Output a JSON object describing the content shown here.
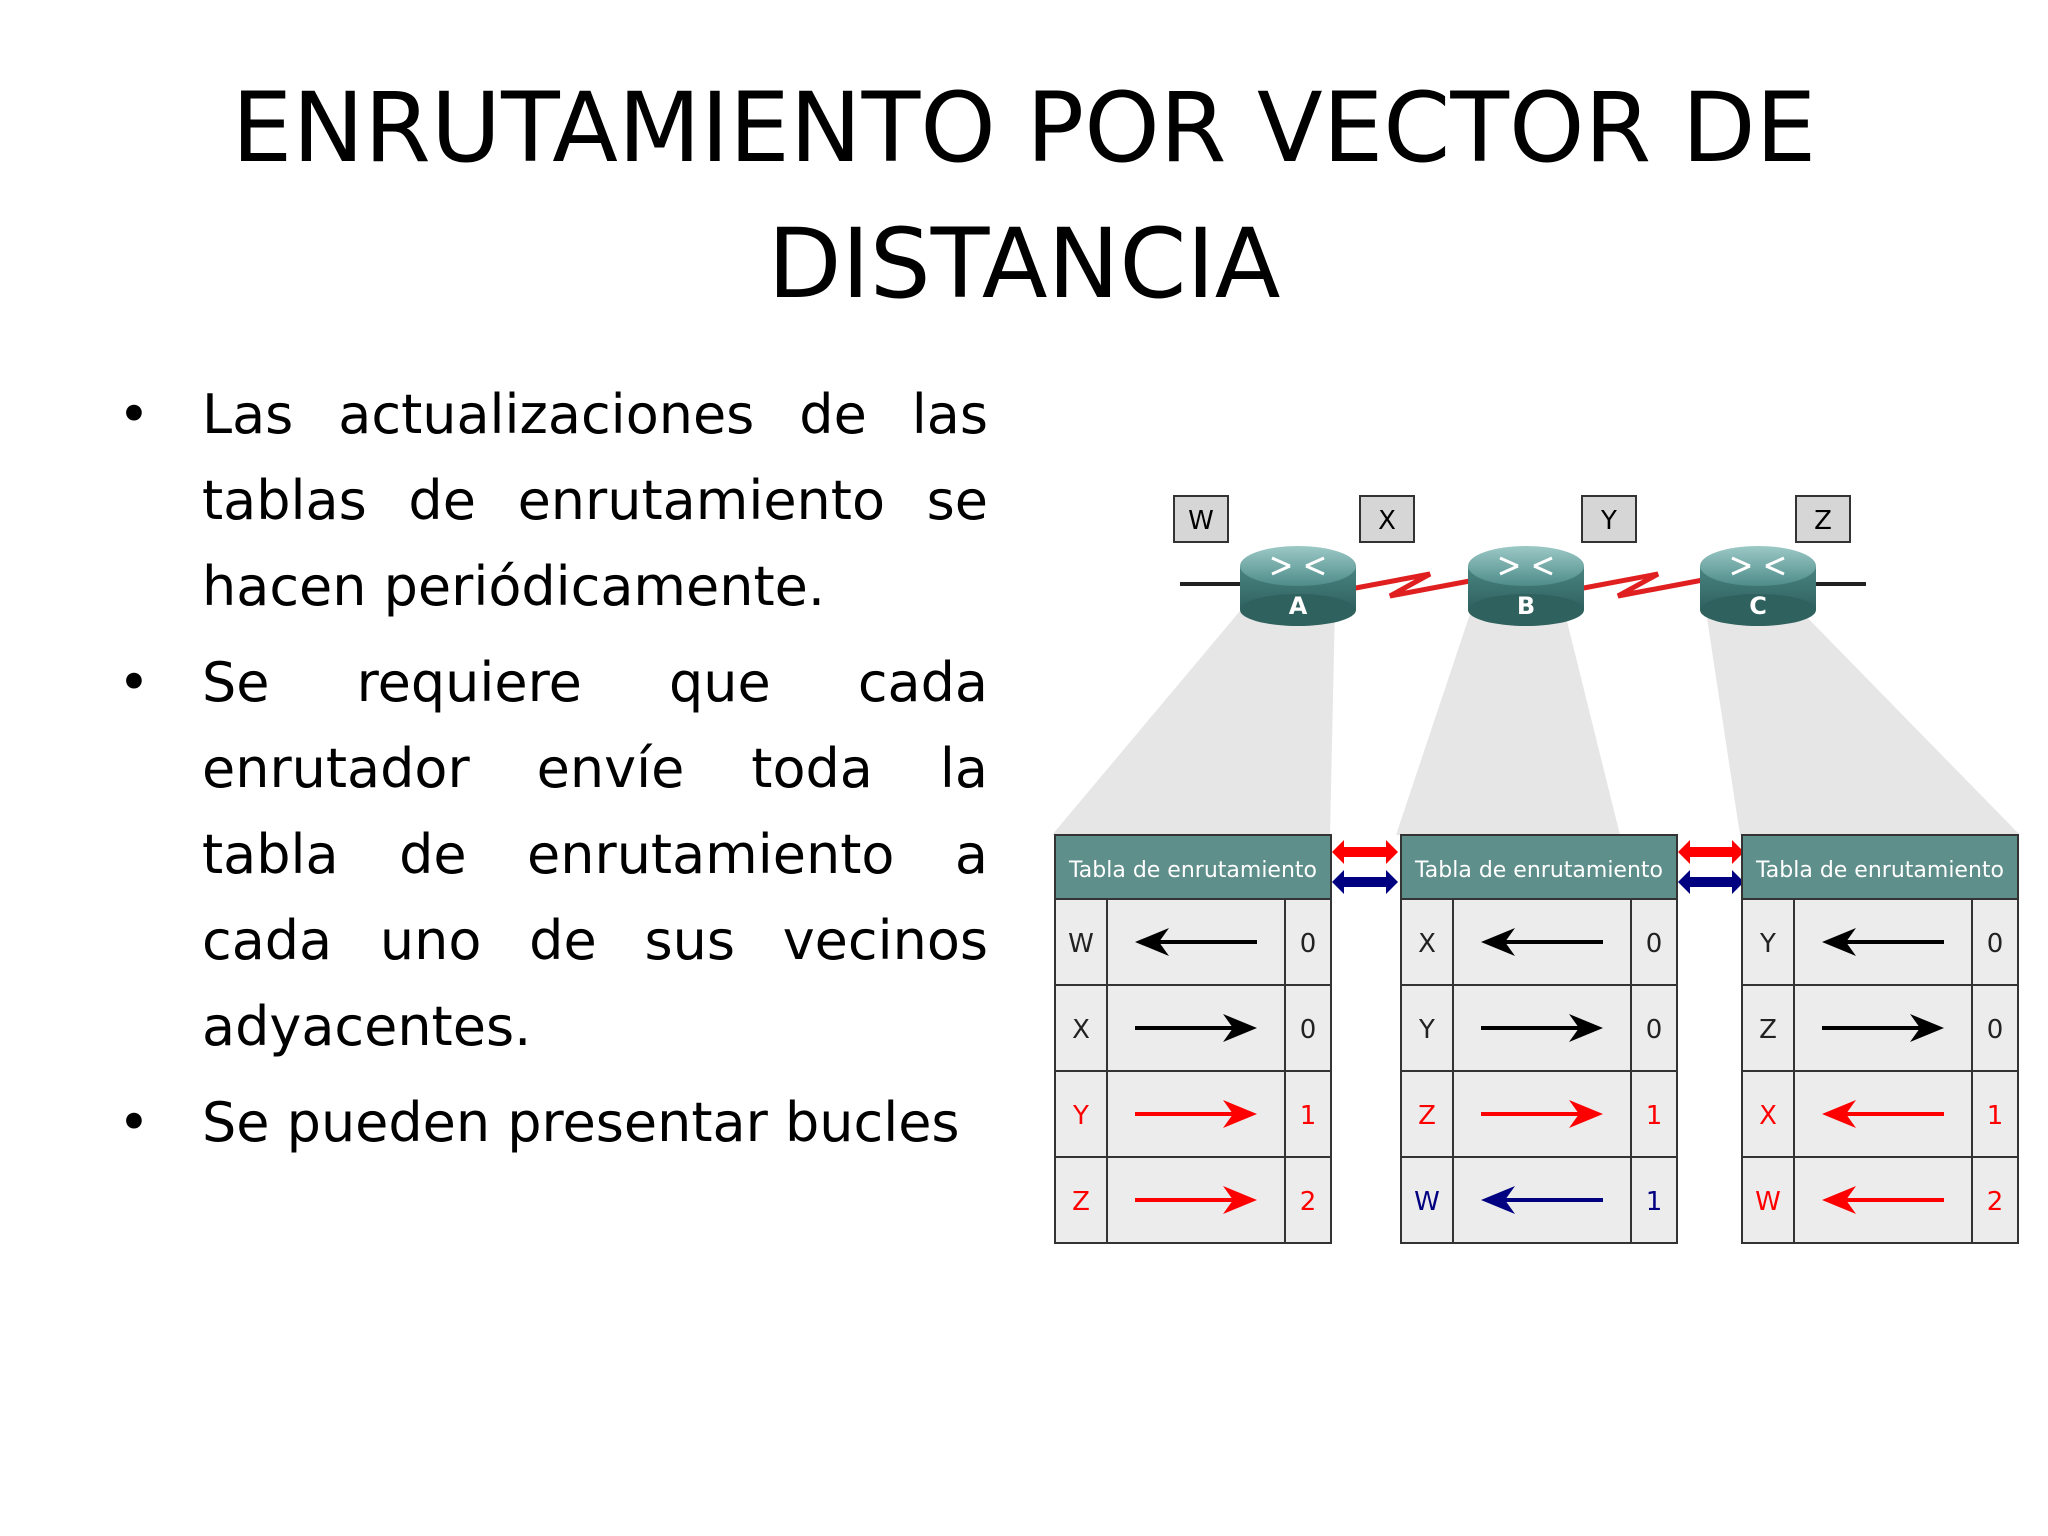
{
  "title": "ENRUTAMIENTO POR VECTOR DE DISTANCIA",
  "bullets": [
    "Las actualizaciones de las tablas de enrutamiento se hacen periódicamente.",
    "Se requiere que cada enrutador envíe toda la tabla de enrutamiento a cada uno de sus vecinos adyacentes.",
    "Se pueden presentar bucles"
  ],
  "diagram": {
    "networks": [
      "W",
      "X",
      "Y",
      "Z"
    ],
    "routers": [
      "A",
      "B",
      "C"
    ],
    "tables": [
      {
        "header": "Tabla de enrutamiento",
        "rows": [
          {
            "net": "W",
            "dir": "left",
            "color": "#000000",
            "metric": "0"
          },
          {
            "net": "X",
            "dir": "right",
            "color": "#000000",
            "metric": "0"
          },
          {
            "net": "Y",
            "dir": "right",
            "color": "#ff0000",
            "metric": "1"
          },
          {
            "net": "Z",
            "dir": "right",
            "color": "#ff0000",
            "metric": "2"
          }
        ]
      },
      {
        "header": "Tabla de enrutamiento",
        "rows": [
          {
            "net": "X",
            "dir": "left",
            "color": "#000000",
            "metric": "0"
          },
          {
            "net": "Y",
            "dir": "right",
            "color": "#000000",
            "metric": "0"
          },
          {
            "net": "Z",
            "dir": "right",
            "color": "#ff0000",
            "metric": "1"
          },
          {
            "net": "W",
            "dir": "left",
            "color": "#000080",
            "metric": "1"
          }
        ]
      },
      {
        "header": "Tabla de enrutamiento",
        "rows": [
          {
            "net": "Y",
            "dir": "left",
            "color": "#000000",
            "metric": "0"
          },
          {
            "net": "Z",
            "dir": "right",
            "color": "#000000",
            "metric": "0"
          },
          {
            "net": "X",
            "dir": "left",
            "color": "#ff0000",
            "metric": "1"
          },
          {
            "net": "W",
            "dir": "left",
            "color": "#ff0000",
            "metric": "2"
          }
        ]
      }
    ],
    "colors": {
      "header_bg": "#5f8f8a",
      "cell_bg": "#ececec",
      "router": "#4e8c8a",
      "link": "#e02020",
      "exchange_red": "#ff0000",
      "exchange_blue": "#000080"
    }
  }
}
